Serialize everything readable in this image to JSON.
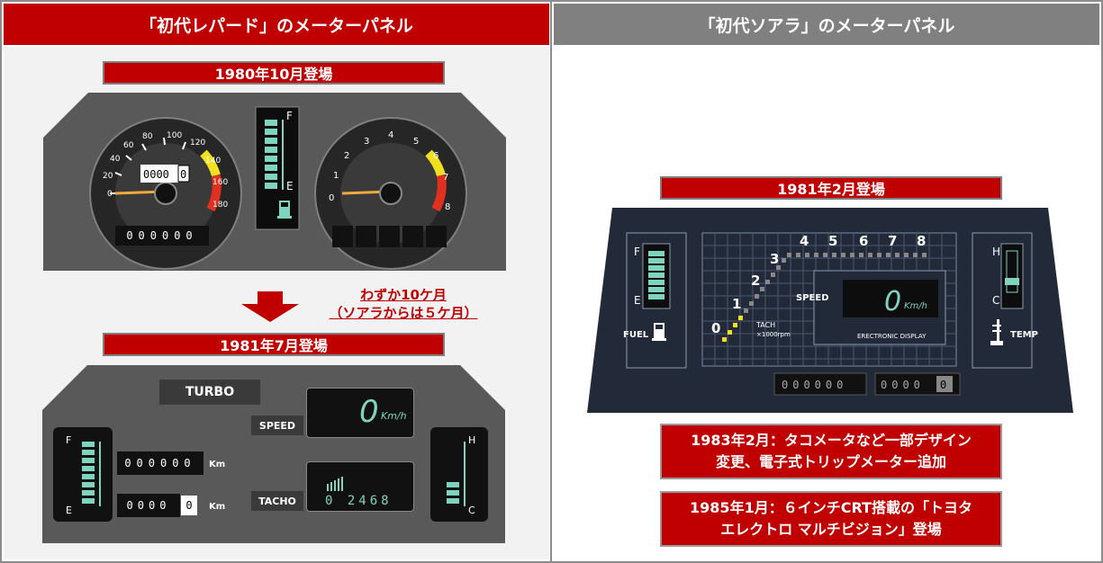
{
  "left": {
    "header": "「初代レパード」のメーターパネル",
    "debut1": "1980年10月登場",
    "debut2": "1981年7月登場",
    "note_line1": "わずか10ケ月",
    "note_line2": "（ソアラからは５ケ月）",
    "panel1": {
      "speedo_ticks": [
        "0",
        "20",
        "40",
        "60",
        "80",
        "100",
        "120",
        "140",
        "160",
        "180"
      ],
      "trip_digits": "0000",
      "trip_last": "0",
      "tacho_ticks": [
        "0",
        "1",
        "2",
        "3",
        "4",
        "5",
        "6",
        "7",
        "8"
      ],
      "odometer": "000000",
      "fuel_full": "F",
      "fuel_empty": "E"
    },
    "panel2": {
      "turbo": "TURBO",
      "speed_label": "SPEED",
      "speed_value": "0",
      "speed_unit": "Km/h",
      "tacho_label": "TACHO",
      "tacho_scale": "0 2468",
      "odo": "000000",
      "odo_unit": "Km",
      "trip": "0000",
      "trip_last": "0",
      "trip_unit": "Km",
      "fuel_full": "F",
      "fuel_empty": "E",
      "temp_hot": "H",
      "temp_cold": "C"
    }
  },
  "right": {
    "header": "「初代ソアラ」のメーターパネル",
    "debut": "1981年2月登場",
    "panel": {
      "fuel_full": "F",
      "fuel_empty": "E",
      "fuel_label": "FUEL",
      "temp_hot": "H",
      "temp_cold": "C",
      "temp_label": "TEMP",
      "tach_ticks": [
        "0",
        "1",
        "2",
        "3",
        "4",
        "5",
        "6",
        "7",
        "8"
      ],
      "tach_label": "TACH",
      "tach_unit": "×1000rpm",
      "speed_label": "SPEED",
      "speed_value": "0",
      "speed_unit": "Km/h",
      "display_label": "ERECTRONIC DISPLAY",
      "odo": "000000",
      "trip": "0000",
      "trip_last": "0"
    },
    "event1_line1": "1983年2月：タコメータなど一部デザイン",
    "event1_line2": "変更、電子式トリップメーター追加",
    "event2_line1": "1985年1月：６インチCRT搭載の「トヨタ",
    "event2_line2": "エレクトロ マルチビジョン」登場"
  }
}
